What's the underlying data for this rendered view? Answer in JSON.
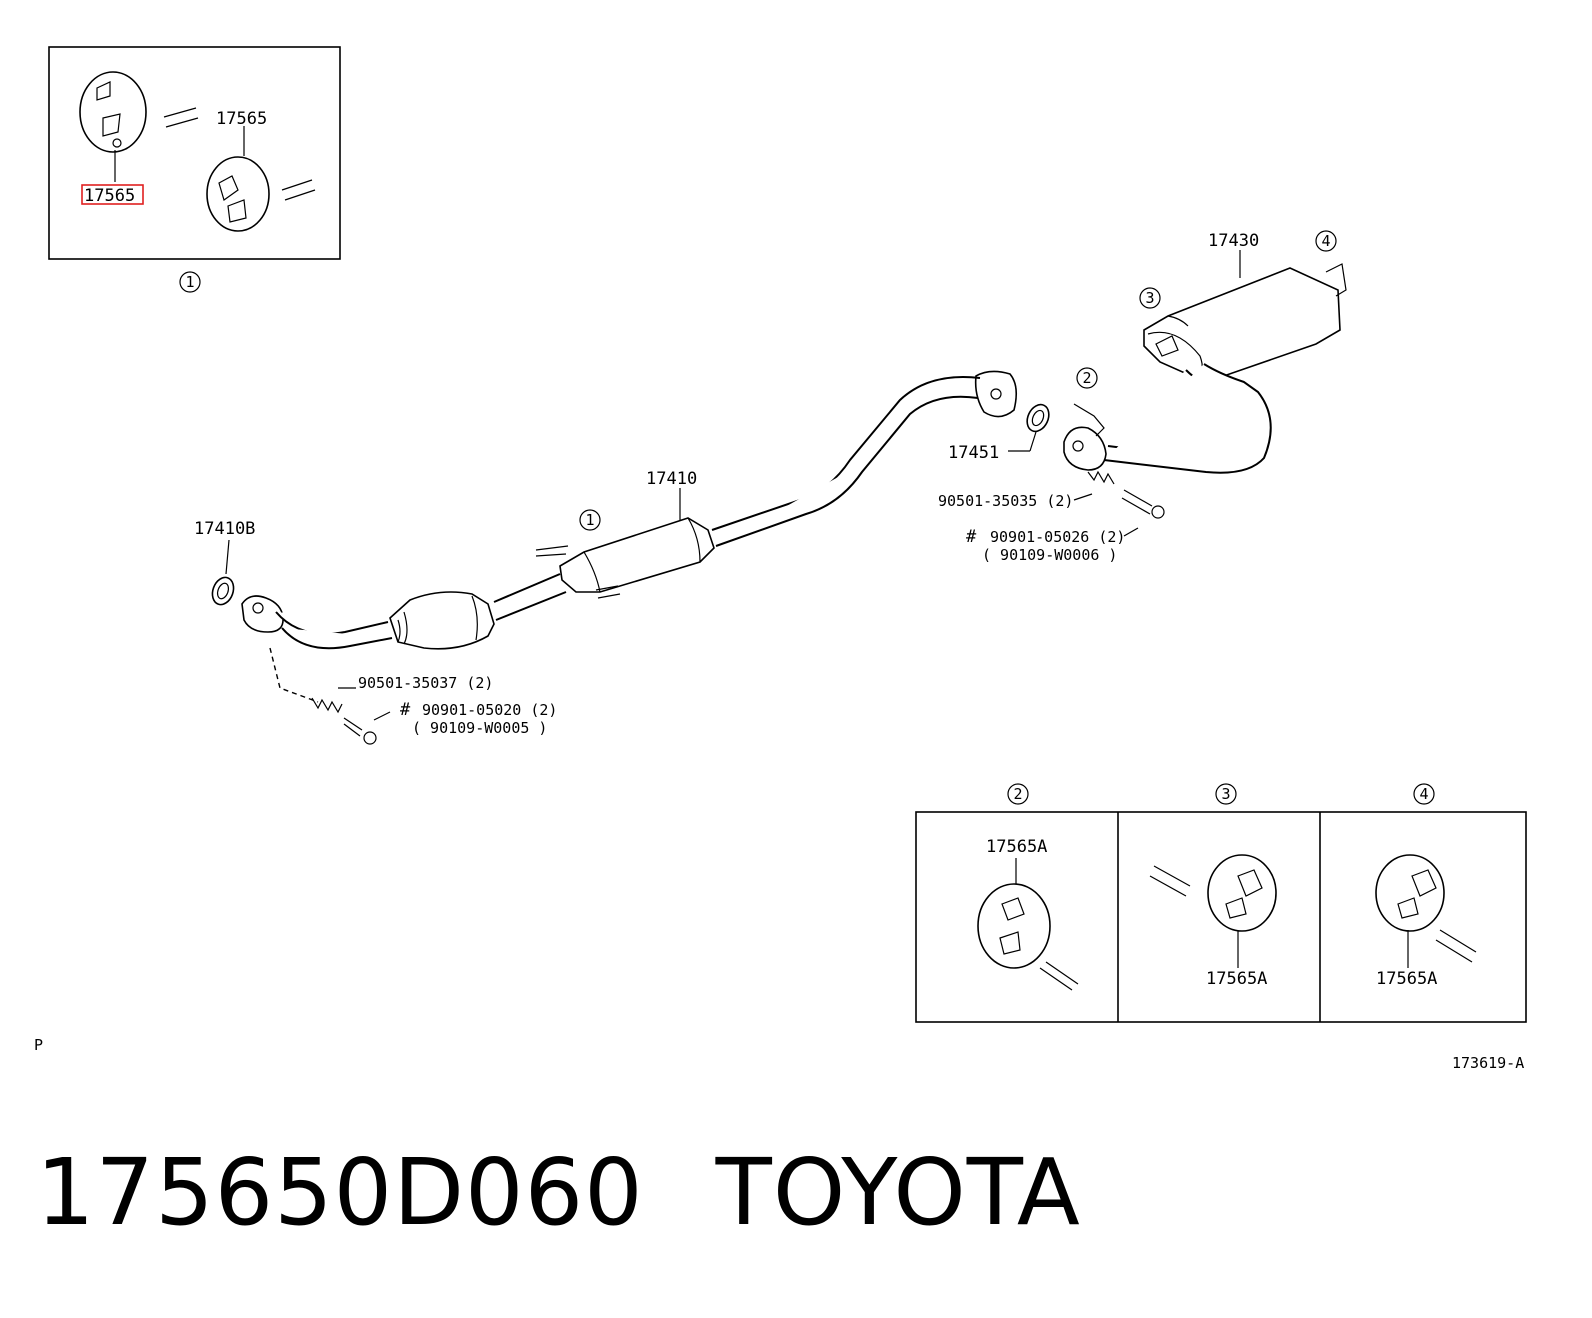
{
  "diagram": {
    "labels": {
      "hanger_top": "17565",
      "hanger_top_highlight": "17565",
      "group1_mark": "①",
      "muffler": "17430",
      "mark4_top": "④",
      "mark3_top": "③",
      "mark2_mid": "②",
      "gasket_rear": "17451",
      "spring_rear": "90501-35035 (2)",
      "bolt_rear": "90901-05026 (2)",
      "bolt_rear_alt": "( 90109-W0006 )",
      "front_pipe": "17410",
      "mark1_mid": "①",
      "gasket_front": "17410B",
      "spring_front": "90501-35037 (2)",
      "bolt_front": "90901-05020 (2)",
      "bolt_front_alt": "( 90109-W0005 )",
      "hash_front": "#",
      "hash_rear": "#",
      "box2_mark": "②",
      "box3_mark": "③",
      "box4_mark": "④",
      "box2_part": "17565A",
      "box3_part": "17565A",
      "box4_part": "17565A",
      "corner_p": "P",
      "drawing_no": "173619-A"
    }
  },
  "caption": {
    "part_number": "175650D060",
    "brand": "TOYOTA"
  },
  "colors": {
    "highlight": "#e02020",
    "ink": "#000000"
  }
}
